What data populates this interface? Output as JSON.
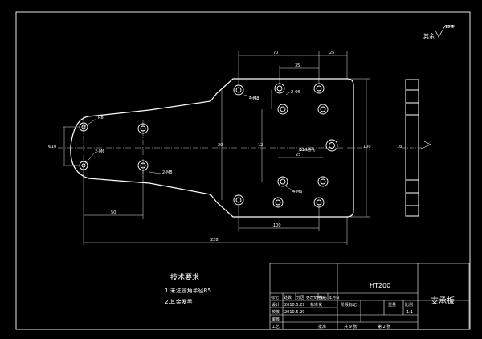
{
  "drawing": {
    "surface_finish": {
      "label": "其余",
      "value": "12.5"
    },
    "technical_requirements": {
      "title": "技术要求",
      "items": [
        "1.未注圆角半径R5",
        "2.其余发黑"
      ]
    },
    "dimensions": {
      "top_70": "70",
      "top_25": "25",
      "top_35": "35",
      "bottom_50": "50",
      "bottom_100": "100",
      "bottom_228": "228",
      "right_100": "100",
      "inner_20": "20",
      "inner_12": "12",
      "inner_25": "25",
      "r_label": "R8",
      "phi_label": "Φ10",
      "side_16": "16"
    },
    "callouts": {
      "c1": "4-M8",
      "c2": "2-Φ5",
      "c3": "2-M6",
      "c4": "2-M8",
      "c5": "4-M6",
      "c6": "Φ14通孔"
    },
    "title_block": {
      "material": "HT200",
      "part_name": "支承板",
      "headers": [
        "标记",
        "处数",
        "分区",
        "更改文件号",
        "签名",
        "年月日"
      ],
      "design_label": "设计",
      "design_date": "2010.5.29",
      "design_std": "标准化",
      "check_label": "校核",
      "check_date": "2010.5.29",
      "audit_label": "审核",
      "process_label": "工艺",
      "approve_label": "批准",
      "stage_label": "阶段标记",
      "weight_label": "重量",
      "scale_label": "比例",
      "scale_value": "1:1",
      "sheets_total": "共 9 张",
      "sheet_no": "第 2 张"
    }
  }
}
